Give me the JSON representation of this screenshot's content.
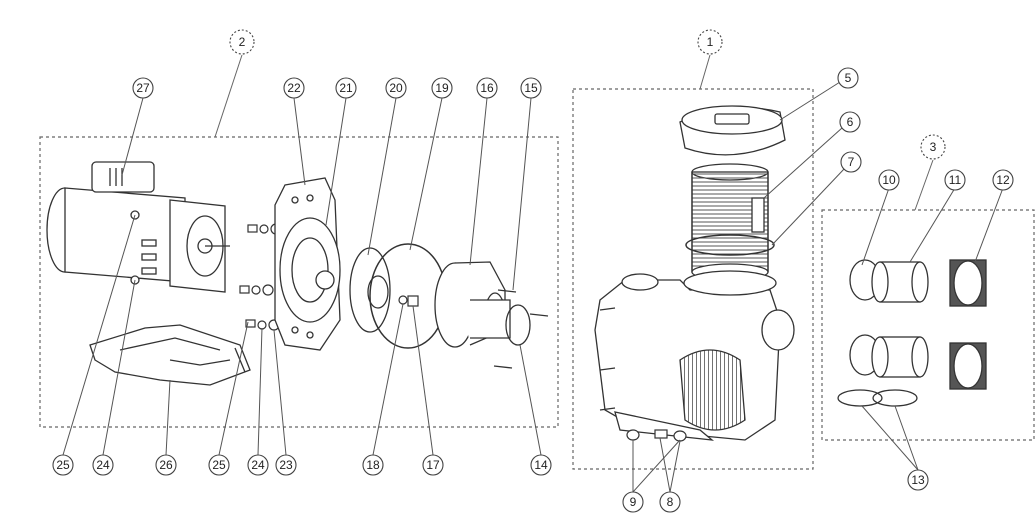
{
  "diagram": {
    "callouts": {
      "c1": "1",
      "c2": "2",
      "c3": "3",
      "c5": "5",
      "c6": "6",
      "c7": "7",
      "c10": "10",
      "c11": "11",
      "c12": "12",
      "c13": "13",
      "c27": "27",
      "c22": "22",
      "c21": "21",
      "c20": "20",
      "c19": "19",
      "c16": "16",
      "c15": "15",
      "c14": "14",
      "c25a": "25",
      "c24a": "24",
      "c26": "26",
      "c25b": "25",
      "c24b": "24",
      "c23": "23",
      "c18": "18",
      "c17": "17",
      "c9": "9",
      "c8": "8"
    }
  }
}
